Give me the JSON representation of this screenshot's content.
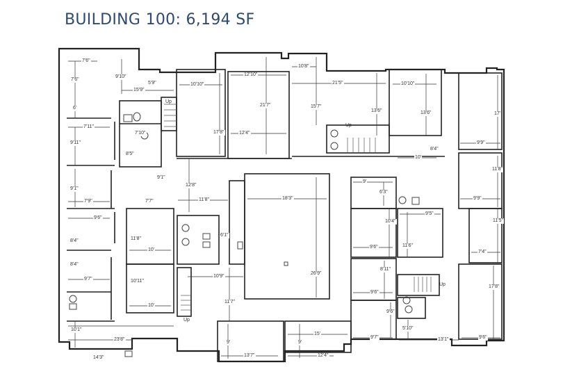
{
  "title": "BUILDING 100: 6,194 SF",
  "colors": {
    "title": "#2f4a72",
    "walls": "#222222",
    "dimension_lines": "#333333",
    "background": "#ffffff"
  },
  "plan": {
    "type": "architectural floor plan",
    "stair_label": "Up",
    "dimensions": {
      "d1": "7'6\"",
      "d2": "7'6\"",
      "d3": "6'",
      "d4": "9'10\"",
      "d5": "5'9\"",
      "d6": "15'9\"",
      "d7": "10'10\"",
      "d8": "17'8\"",
      "d9": "12'10\"",
      "d10": "21'7\"",
      "d11": "12'4\"",
      "d12": "10'8\"",
      "d13": "21'5\"",
      "d14": "15'7\"",
      "d15": "13'6\"",
      "d16": "10'10\"",
      "d17": "13'6\"",
      "d18": "17'",
      "d19": "9'9\"",
      "d20": "8'4\"",
      "d21": "10'",
      "d22": "7'11\"",
      "d23": "9'11\"",
      "d24": "7'10\"",
      "d25": "8'5\"",
      "d26": "9'1\"",
      "d27": "7'9\"",
      "d28": "9'1\"",
      "d29": "7'7\"",
      "d30": "12'8\"",
      "d31": "11'8\"",
      "d32": "18'3\"",
      "d33": "6'1\"",
      "d34": "26'9\"",
      "d35": "9'",
      "d36": "6'3\"",
      "d37": "9'5\"",
      "d38": "10'4\"",
      "d39": "11'6\"",
      "d40": "9'6\"",
      "d41": "11'8\"",
      "d42": "9'9\"",
      "d43": "11'5\"",
      "d44": "7'4\"",
      "d45": "9'6\"",
      "d46": "8'4\"",
      "d47": "11'8\"",
      "d48": "10'",
      "d49": "8'4\"",
      "d50": "9'7\"",
      "d51": "10'11\"",
      "d52": "10'",
      "d53": "10'1\"",
      "d54": "23'8\"",
      "d55": "14'3\"",
      "d56": "10'9\"",
      "d57": "11'7\"",
      "d58": "9'",
      "d59": "13'7\"",
      "d60": "15'",
      "d61": "9'",
      "d62": "12'4\"",
      "d63": "8'11\"",
      "d64": "9'6\"",
      "d65": "9'6\"",
      "d66": "9'7\"",
      "d67": "5'10\"",
      "d68": "13'1\"",
      "d69": "17'8\"",
      "d70": "9'6\""
    }
  }
}
